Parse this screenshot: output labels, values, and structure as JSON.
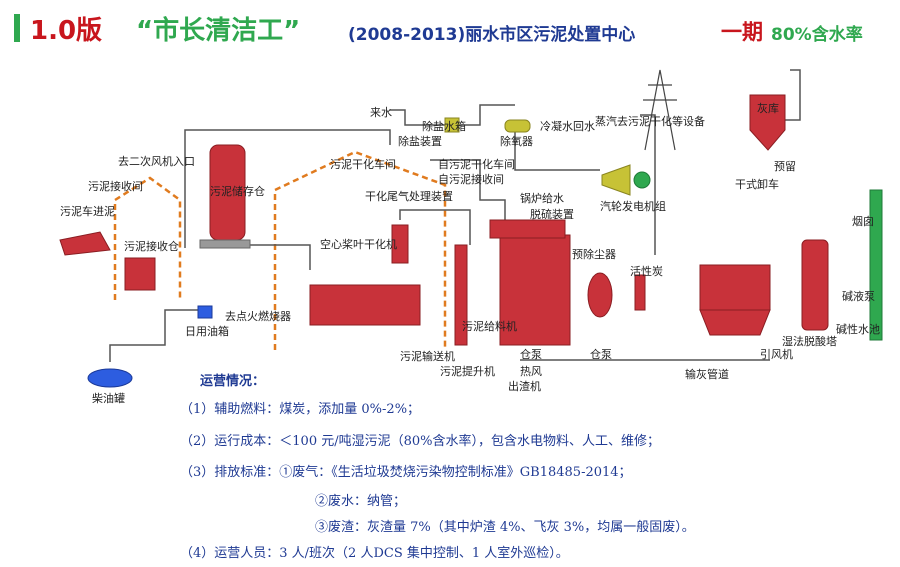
{
  "title": {
    "version": "1.0版",
    "name": "“市长清洁工”",
    "subtitle": "(2008-2013)丽水市区污泥处置中心",
    "phase": "一期",
    "moisture": "80%含水率"
  },
  "diagram_labels": {
    "sludge_truck": "污泥车进泥",
    "sludge_receiving_a": "污泥接收间",
    "secondary_fan": "去二次风机入口",
    "sludge_receiving_bin": "污泥接收仓",
    "sludge_storage": "污泥储存仓",
    "dryer_room": "污泥干化车间",
    "tail_gas": "干化尾气处理装置",
    "hollow_dryer": "空心桨叶干化机",
    "incoming_water": "来水",
    "desalination": "除盐装置",
    "desalted_tank": "除盐水箱",
    "deaerator": "除氧器",
    "condensate_tank": "冷凝水回水",
    "self_dryer": "自污泥干化车间",
    "self_receiving": "自污泥接收间",
    "boiler_feed": "锅炉给水",
    "desulfurization": "脱硫装置",
    "steam_dryer": "蒸汽去污泥干化等设备",
    "turbine": "汽轮发电机组",
    "ash_silo": "灰库",
    "reserved": "预留",
    "dry_unloader": "干式卸车",
    "chimney": "烟囱",
    "pre_dust": "预除尘器",
    "activated_carbon": "活性炭",
    "sludge_feeder": "污泥给料机",
    "sludge_conveyor": "污泥输送机",
    "sludge_elevator": "污泥提升机",
    "hot_air": "热风",
    "igniter": "去点火燃烧器",
    "daily_tank": "日用油箱",
    "oil_tank": "柴油罐",
    "bag_pump_a": "仓泵",
    "bag_pump_b": "仓泵",
    "slag": "出渣机",
    "ash_pipe": "输灰管道",
    "induced_fan": "引风机",
    "wet_desulf": "湿法脱酸塔",
    "alkali_pump": "碱液泵",
    "alkali_pool": "碱性水池"
  },
  "operations": {
    "heading": "运营情况：",
    "items": [
      "（1）辅助燃料：煤炭，添加量 0%-2%；",
      "（2）运行成本：＜100 元/吨湿污泥（80%含水率），包含水电物料、人工、维修；",
      "（3）排放标准：①废气：《生活垃圾焚烧污染物控制标准》GB18485-2014；",
      "②废水：纳管；",
      "③废渣：灰渣量 7%（其中炉渣 4%、飞灰 3%，均属一般固废）。",
      "（4）运营人员：3 人/班次（2 人DCS 集中控制、1 人室外巡检）。"
    ]
  },
  "colors": {
    "equipment": "#c8323a",
    "building_outline": "#e07b1f",
    "pipe": "#555555",
    "title_red": "#c8161d",
    "title_green": "#2fa84f",
    "title_blue": "#1f3a93",
    "text_blue": "#1f3a93"
  }
}
